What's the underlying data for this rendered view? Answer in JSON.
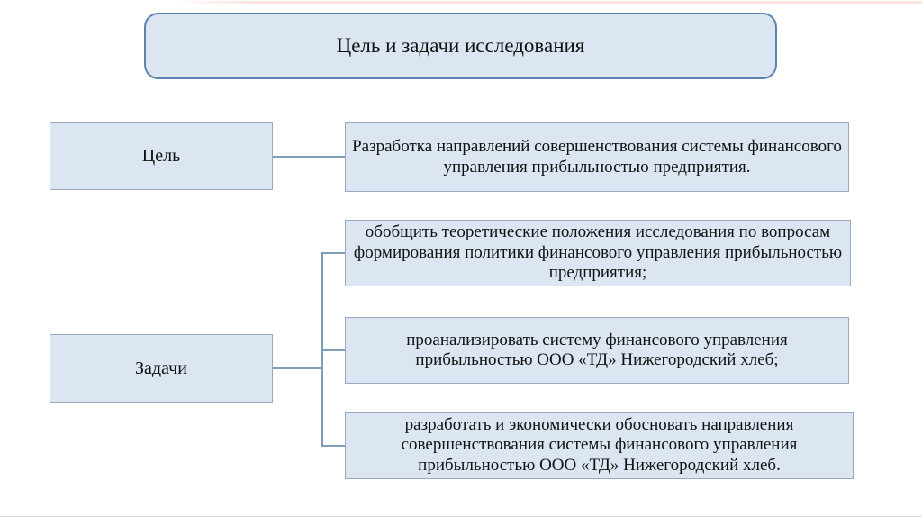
{
  "slide": {
    "title": "Цель и задачи исследования",
    "goal": {
      "label": "Цель",
      "description": "Разработка направлений совершенствования системы финансового управления прибыльностью предприятия."
    },
    "tasks": {
      "label": "Задачи",
      "items": [
        "обобщить теоретические положения исследования по вопросам формирования политики финансового управления прибыльностью предприятия;",
        "проанализировать систему финансового управления прибыльностью ООО «ТД» Нижегородский хлеб;",
        "разработать и экономически обосновать направления совершенствования системы финансового управления прибыльностью ООО «ТД» Нижегородский хлеб."
      ]
    },
    "colors": {
      "box_fill": "#dce6f2",
      "box_border": "#9aa9bb",
      "title_border": "#5b84b1",
      "connector": "#7f9db9",
      "text": "#111111"
    }
  }
}
